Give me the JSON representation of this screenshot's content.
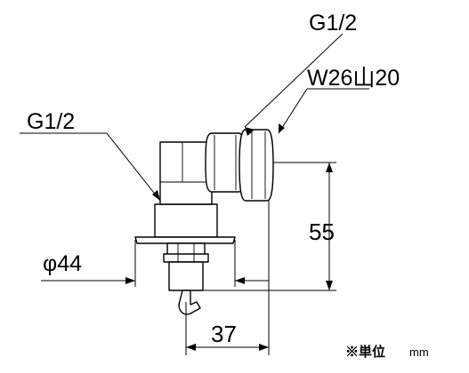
{
  "labels": {
    "thread_outlet": "G1/2",
    "thread_hose": "W26山20",
    "thread_inlet": "G1/2",
    "flange_diameter": "φ44",
    "height_dim": "55",
    "width_dim": "37",
    "unit_note": "※単位",
    "unit_value": "mm"
  }
}
